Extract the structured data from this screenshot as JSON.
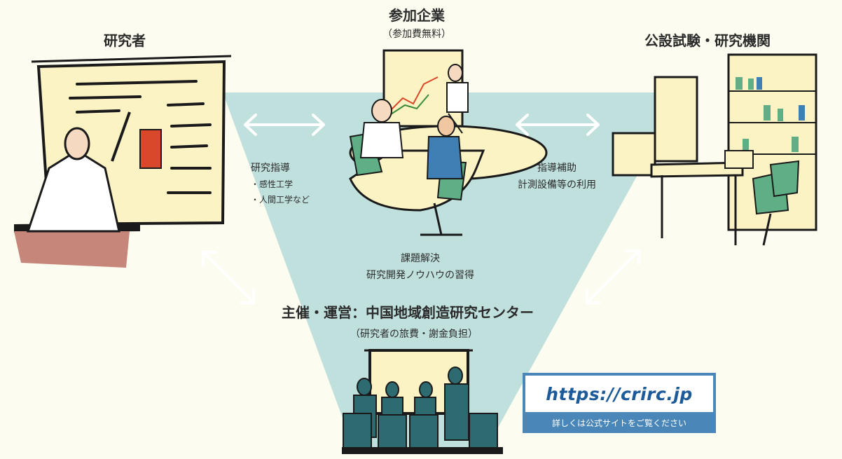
{
  "nodes": {
    "researcher": {
      "title": "研究者"
    },
    "company": {
      "title": "参加企業",
      "subtitle": "（参加費無料）"
    },
    "institute": {
      "title": "公設試験・研究機関"
    },
    "center": {
      "title": "主催・運営：中国地域創造研究センター",
      "subtitle": "（研究者の旅費・謝金負担）"
    }
  },
  "edges": {
    "left": {
      "title": "研究指導",
      "items": [
        "・感性工学",
        "・人間工学など"
      ]
    },
    "right": {
      "lines": [
        "指導補助",
        "計測設備等の利用"
      ]
    },
    "bottom": {
      "lines": [
        "課題解決",
        "研究開発ノウハウの習得"
      ]
    }
  },
  "link": {
    "url": "https://crirc.jp",
    "caption": "詳しくは公式サイトをご覧ください"
  },
  "colors": {
    "background": "#fdfcf0",
    "triangle": "#bfe0dd",
    "link_blue": "#4a86b8",
    "url_text": "#1d5a9a",
    "panel": "#fbf3c4",
    "ink": "#1a1a1a",
    "accent_red": "#d9482b",
    "figure_teal": "#2e6b70"
  }
}
